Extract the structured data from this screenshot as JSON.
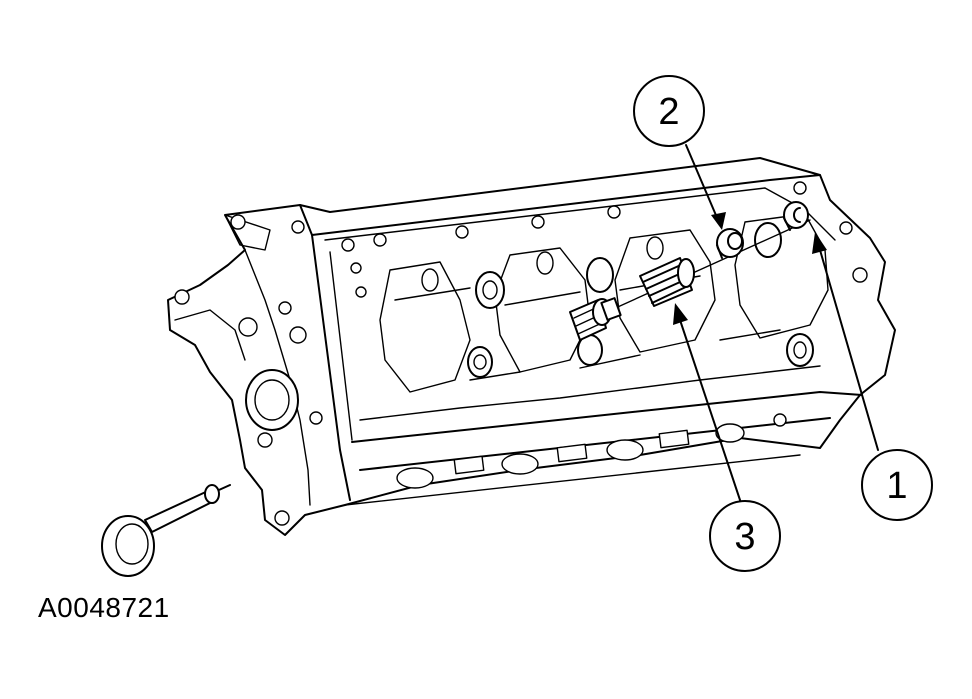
{
  "figure_id": "A0048721",
  "callouts": [
    {
      "number": "1"
    },
    {
      "number": "2"
    },
    {
      "number": "3"
    }
  ]
}
